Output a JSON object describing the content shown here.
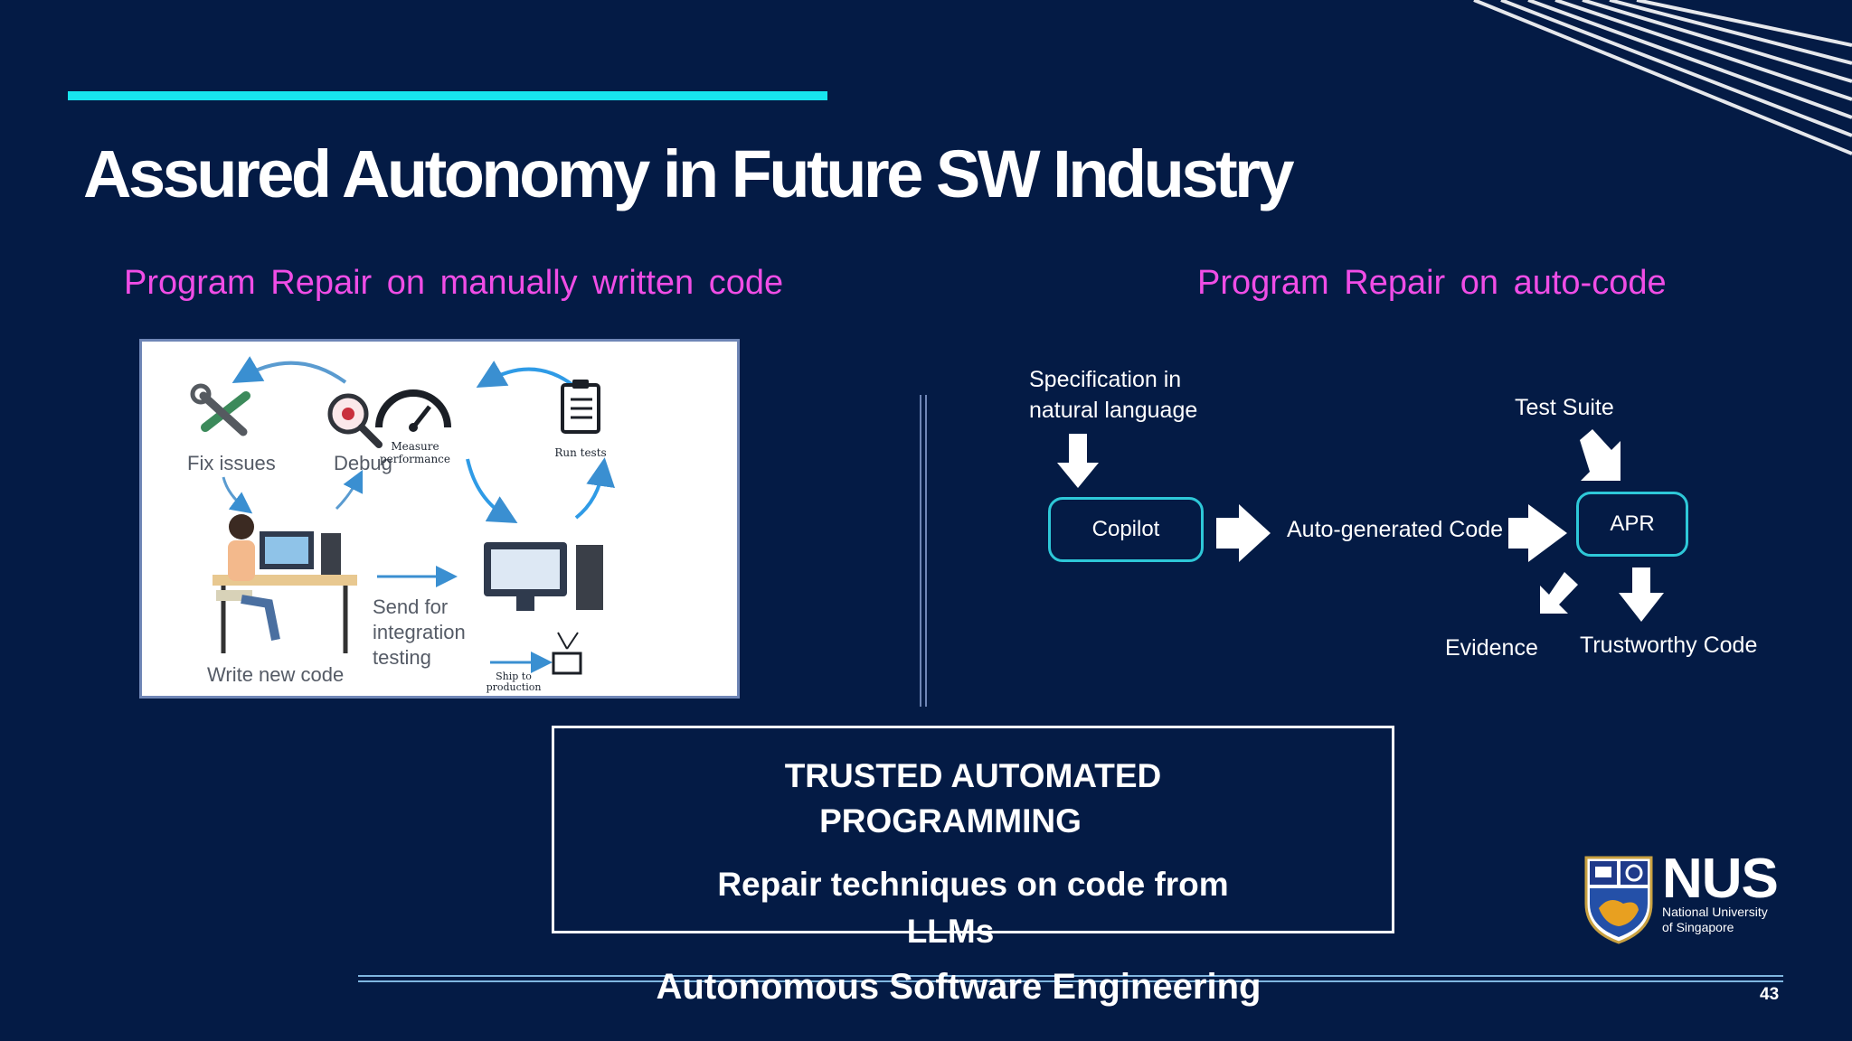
{
  "slide": {
    "title": "Assured Autonomy in Future SW Industry",
    "page_number": "43",
    "footer": "Autonomous Software Engineering"
  },
  "left": {
    "subtitle": "Program Repair on manually written code",
    "cycle": {
      "fix_issues": "Fix issues",
      "debug": "Debug",
      "measure_performance": "Measure performance",
      "run_tests": "Run tests",
      "send_for_testing": [
        "Send for",
        "integration",
        "testing"
      ],
      "write_new_code": "Write new code",
      "ship_to_production": [
        "Ship to",
        "production"
      ]
    }
  },
  "right": {
    "subtitle": "Program Repair on auto-code",
    "flow": {
      "specification": [
        "Specification in",
        "natural language"
      ],
      "copilot": "Copilot",
      "auto_generated_code": "Auto-generated Code",
      "test_suite": "Test Suite",
      "apr": "APR",
      "evidence": "Evidence",
      "trustworthy_code": "Trustworthy Code"
    }
  },
  "summary": {
    "heading": [
      "TRUSTED AUTOMATED",
      "PROGRAMMING"
    ],
    "body": [
      "Repair techniques on code from",
      "LLMs"
    ]
  },
  "logo": {
    "name": "NUS",
    "subtitle": [
      "National University",
      "of Singapore"
    ]
  },
  "colors": {
    "background": "#041b45",
    "accent": "#17e4ef",
    "subtitle": "#f04de6",
    "box_border": "#2ec8d8"
  }
}
